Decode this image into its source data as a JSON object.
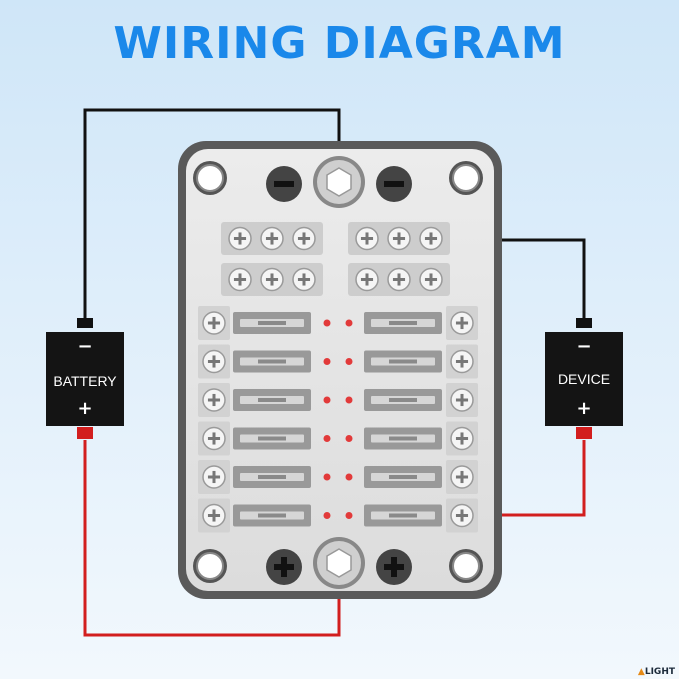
{
  "title": "WIRING DIAGRAM",
  "battery": {
    "label": "BATTERY",
    "minus": "−",
    "plus": "+"
  },
  "device": {
    "label": "DEVICE",
    "minus": "−",
    "plus": "+"
  },
  "logo": {
    "text": "LIGHT"
  },
  "fuse_rows": 6,
  "colors": {
    "title": "#1a88ea",
    "background_top": "#cfe6f8",
    "background_bottom": "#f2f8fd",
    "wire_negative": "#111111",
    "wire_positive": "#d21e1e",
    "box_fill": "#141414",
    "panel_frame": "#5a5a5a",
    "panel_face": "#e4e4e4",
    "fuse_body": "#999999",
    "indicator_led": "#e23a3a"
  }
}
